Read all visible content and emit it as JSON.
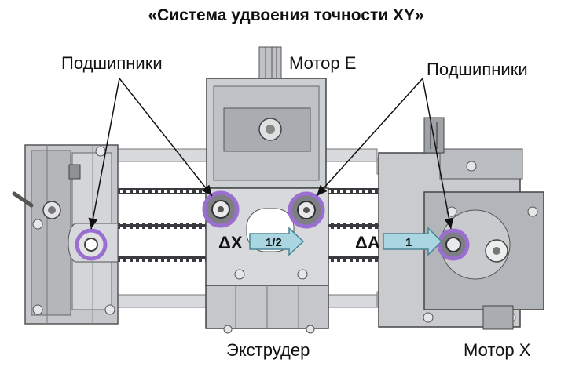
{
  "title": "«Система удвоения точности XY»",
  "labels": {
    "bearings_left": "Подшипники",
    "motor_e": "Мотор E",
    "bearings_right": "Подшипники",
    "extruder": "Экструдер",
    "motor_x": "Мотор X"
  },
  "arrows": {
    "delta_x": {
      "symbol": "ΔX",
      "ratio": "1/2"
    },
    "delta_a": {
      "symbol": "ΔA",
      "ratio": "1"
    }
  },
  "colors": {
    "bearing_ring": "#9b6fd0",
    "arrow_fill": "#a9d6e0",
    "arrow_stroke": "#4c8596",
    "body_gray": "#c9cbcf",
    "dark_gray": "#8e9095"
  }
}
